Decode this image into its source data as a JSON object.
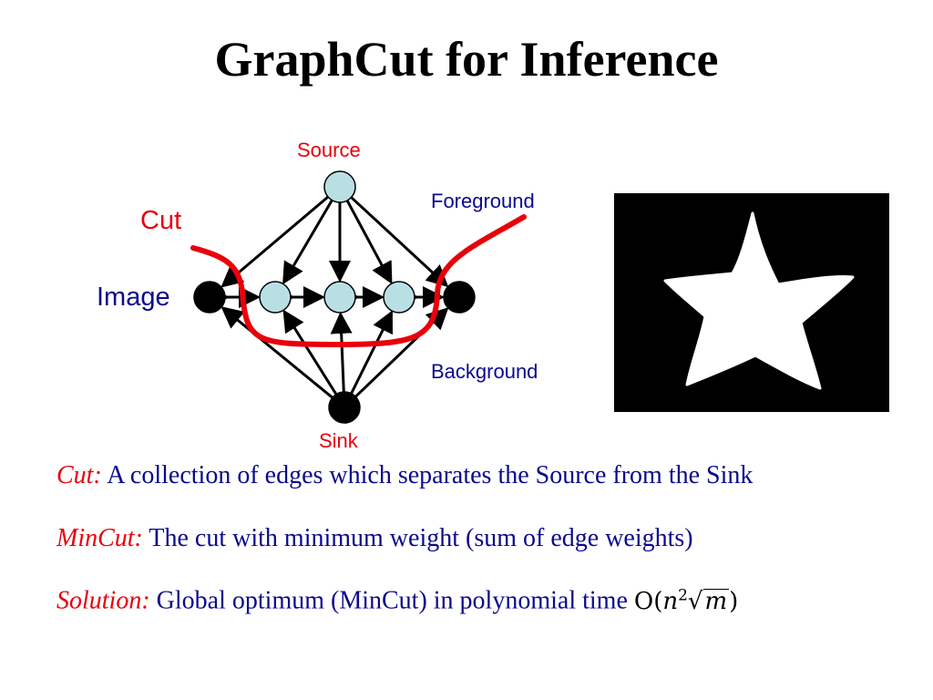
{
  "title": "GraphCut for Inference",
  "diagram": {
    "source_label": "Source",
    "sink_label": "Sink",
    "cut_label": "Cut",
    "image_label": "Image",
    "foreground_label": "Foreground",
    "background_label": "Background",
    "colors": {
      "source_node": "#b8e0e4",
      "pixel_node": "#b8e0e4",
      "sink_node": "#000000",
      "cut_line": "#e8000b",
      "label_red": "#e8000b",
      "label_blue": "#0a0a8c"
    }
  },
  "definitions": [
    {
      "term": "Cut:",
      "text": "A collection of edges which separates the Source from the  Sink"
    },
    {
      "term": "MinCut:",
      "text": "The cut with minimum weight (sum of edge weights)"
    },
    {
      "term": "Solution:",
      "text": "Global optimum (MinCut) in polynomial time",
      "formula_prefix": "O(",
      "formula_var_n": "n",
      "formula_exp": "2",
      "formula_var_m": "m",
      "formula_suffix": ")"
    }
  ],
  "segmentation_image": {
    "description_icon": "white-star-on-black-mask"
  }
}
